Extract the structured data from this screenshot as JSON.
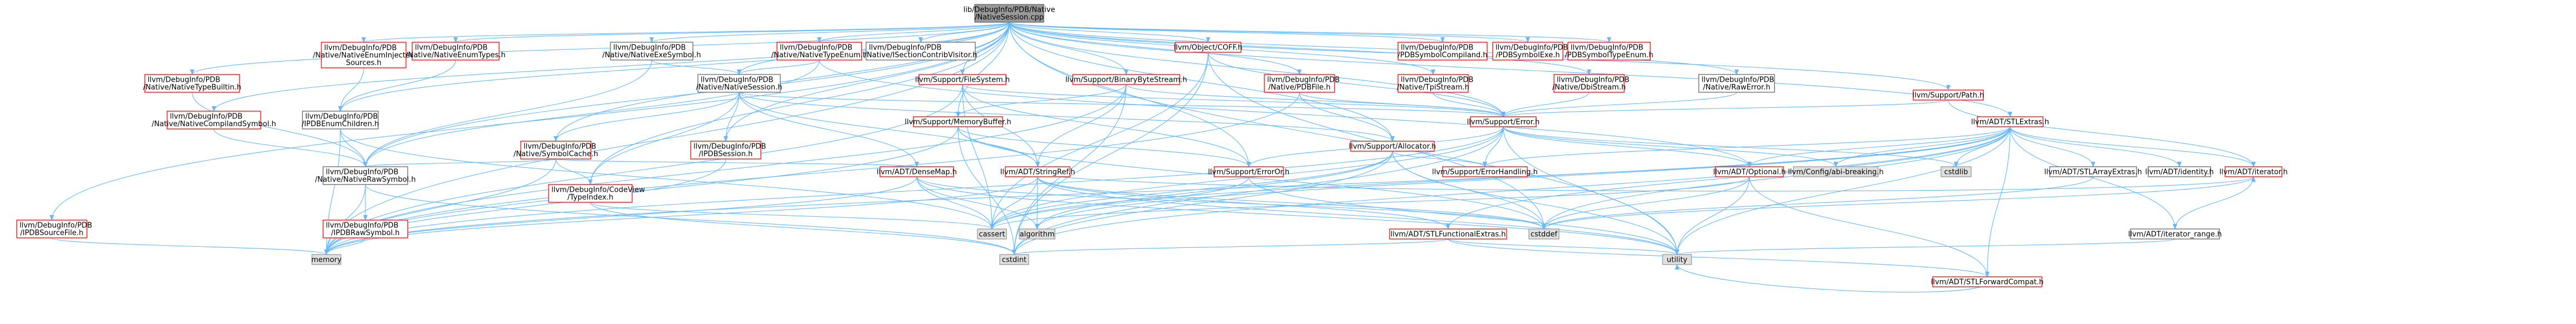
{
  "colors": {
    "root_fill": "#999999",
    "link_border": "#ff0000",
    "node_border": "#666666",
    "system_fill": "#e0e0e0",
    "edge": "#63b8ff"
  },
  "nodes": {
    "root": [
      "lib/DebugInfo/PDB/Native",
      "/NativeSession.cpp"
    ],
    "NativeEnumInjectedSources": [
      "llvm/DebugInfo/PDB",
      "/Native/NativeEnumInjected",
      "Sources.h"
    ],
    "NativeEnumTypes": [
      "llvm/DebugInfo/PDB",
      "/Native/NativeEnumTypes.h"
    ],
    "NativeExeSymbol": [
      "llvm/DebugInfo/PDB",
      "/Native/NativeExeSymbol.h"
    ],
    "NativeTypeEnum": [
      "llvm/DebugInfo/PDB",
      "/Native/NativeTypeEnum.h"
    ],
    "ISectionContribVisitor": [
      "llvm/DebugInfo/PDB",
      "/Native/ISectionContribVisitor.h"
    ],
    "ObjectCOFF": [
      "llvm/Object/COFF.h"
    ],
    "PDBSymbolCompiland": [
      "llvm/DebugInfo/PDB",
      "/PDBSymbolCompiland.h"
    ],
    "PDBSymbolExe": [
      "llvm/DebugInfo/PDB",
      "/PDBSymbolExe.h"
    ],
    "PDBSymbolTypeEnum": [
      "llvm/DebugInfo/PDB",
      "/PDBSymbolTypeEnum.h"
    ],
    "NativeTypeBuiltin": [
      "llvm/DebugInfo/PDB",
      "/Native/NativeTypeBuiltin.h"
    ],
    "NativeSession": [
      "llvm/DebugInfo/PDB",
      "/Native/NativeSession.h"
    ],
    "FileSystem": [
      "llvm/Support/FileSystem.h"
    ],
    "BinaryByteStream": [
      "llvm/Support/BinaryByteStream.h"
    ],
    "PDBFile": [
      "llvm/DebugInfo/PDB",
      "/Native/PDBFile.h"
    ],
    "TpiStream": [
      "llvm/DebugInfo/PDB",
      "/Native/TpiStream.h"
    ],
    "DbiStream": [
      "llvm/DebugInfo/PDB",
      "/Native/DbiStream.h"
    ],
    "RawError": [
      "llvm/DebugInfo/PDB",
      "/Native/RawError.h"
    ],
    "SupportPath": [
      "llvm/Support/Path.h"
    ],
    "NativeCompilandSymbol": [
      "llvm/DebugInfo/PDB",
      "/Native/NativeCompilandSymbol.h"
    ],
    "IPDBEnumChildren": [
      "llvm/DebugInfo/PDB",
      "/IPDBEnumChildren.h"
    ],
    "SymbolCache": [
      "llvm/DebugInfo/PDB",
      "/Native/SymbolCache.h"
    ],
    "IPDBSession": [
      "llvm/DebugInfo/PDB",
      "/IPDBSession.h"
    ],
    "MemoryBuffer": [
      "llvm/Support/MemoryBuffer.h"
    ],
    "SupportError": [
      "llvm/Support/Error.h"
    ],
    "SupportAllocator": [
      "llvm/Support/Allocator.h"
    ],
    "STLExtras": [
      "llvm/ADT/STLExtras.h"
    ],
    "SourceFile": [
      "llvm/DebugInfo/PDB",
      "/IPDBSourceFile.h"
    ],
    "NativeRawSymbol": [
      "llvm/DebugInfo/PDB",
      "/Native/NativeRawSymbol.h"
    ],
    "CodeViewTypeIndex": [
      "llvm/DebugInfo/CodeView",
      "/TypeIndex.h"
    ],
    "DenseMap": [
      "llvm/ADT/DenseMap.h"
    ],
    "StringRef": [
      "llvm/ADT/StringRef.h"
    ],
    "ErrorOr": [
      "llvm/Support/ErrorOr.h"
    ],
    "ErrorHandling": [
      "llvm/Support/ErrorHandling.h"
    ],
    "Optional": [
      "llvm/ADT/Optional.h"
    ],
    "abi_breaking": [
      "llvm/Config/abi-breaking.h"
    ],
    "cstdlib": [
      "cstdlib"
    ],
    "STLArrayExtras": [
      "llvm/ADT/STLArrayExtras.h"
    ],
    "Identity": [
      "llvm/ADT/identity.h"
    ],
    "Iterator": [
      "llvm/ADT/iterator.h"
    ],
    "IPDBRawSymbol": [
      "llvm/DebugInfo/PDB",
      "/IPDBRawSymbol.h"
    ],
    "cassert": [
      "cassert"
    ],
    "algorithm": [
      "algorithm"
    ],
    "STLFunctionalExtras": [
      "llvm/ADT/STLFunctionalExtras.h"
    ],
    "cstddef": [
      "cstddef"
    ],
    "IteratorRange": [
      "llvm/ADT/iterator_range.h"
    ],
    "memory": [
      "memory"
    ],
    "cstdint": [
      "cstdint"
    ],
    "utility": [
      "utility"
    ],
    "STLForwardCompat": [
      "llvm/ADT/STLForwardCompat.h"
    ]
  }
}
